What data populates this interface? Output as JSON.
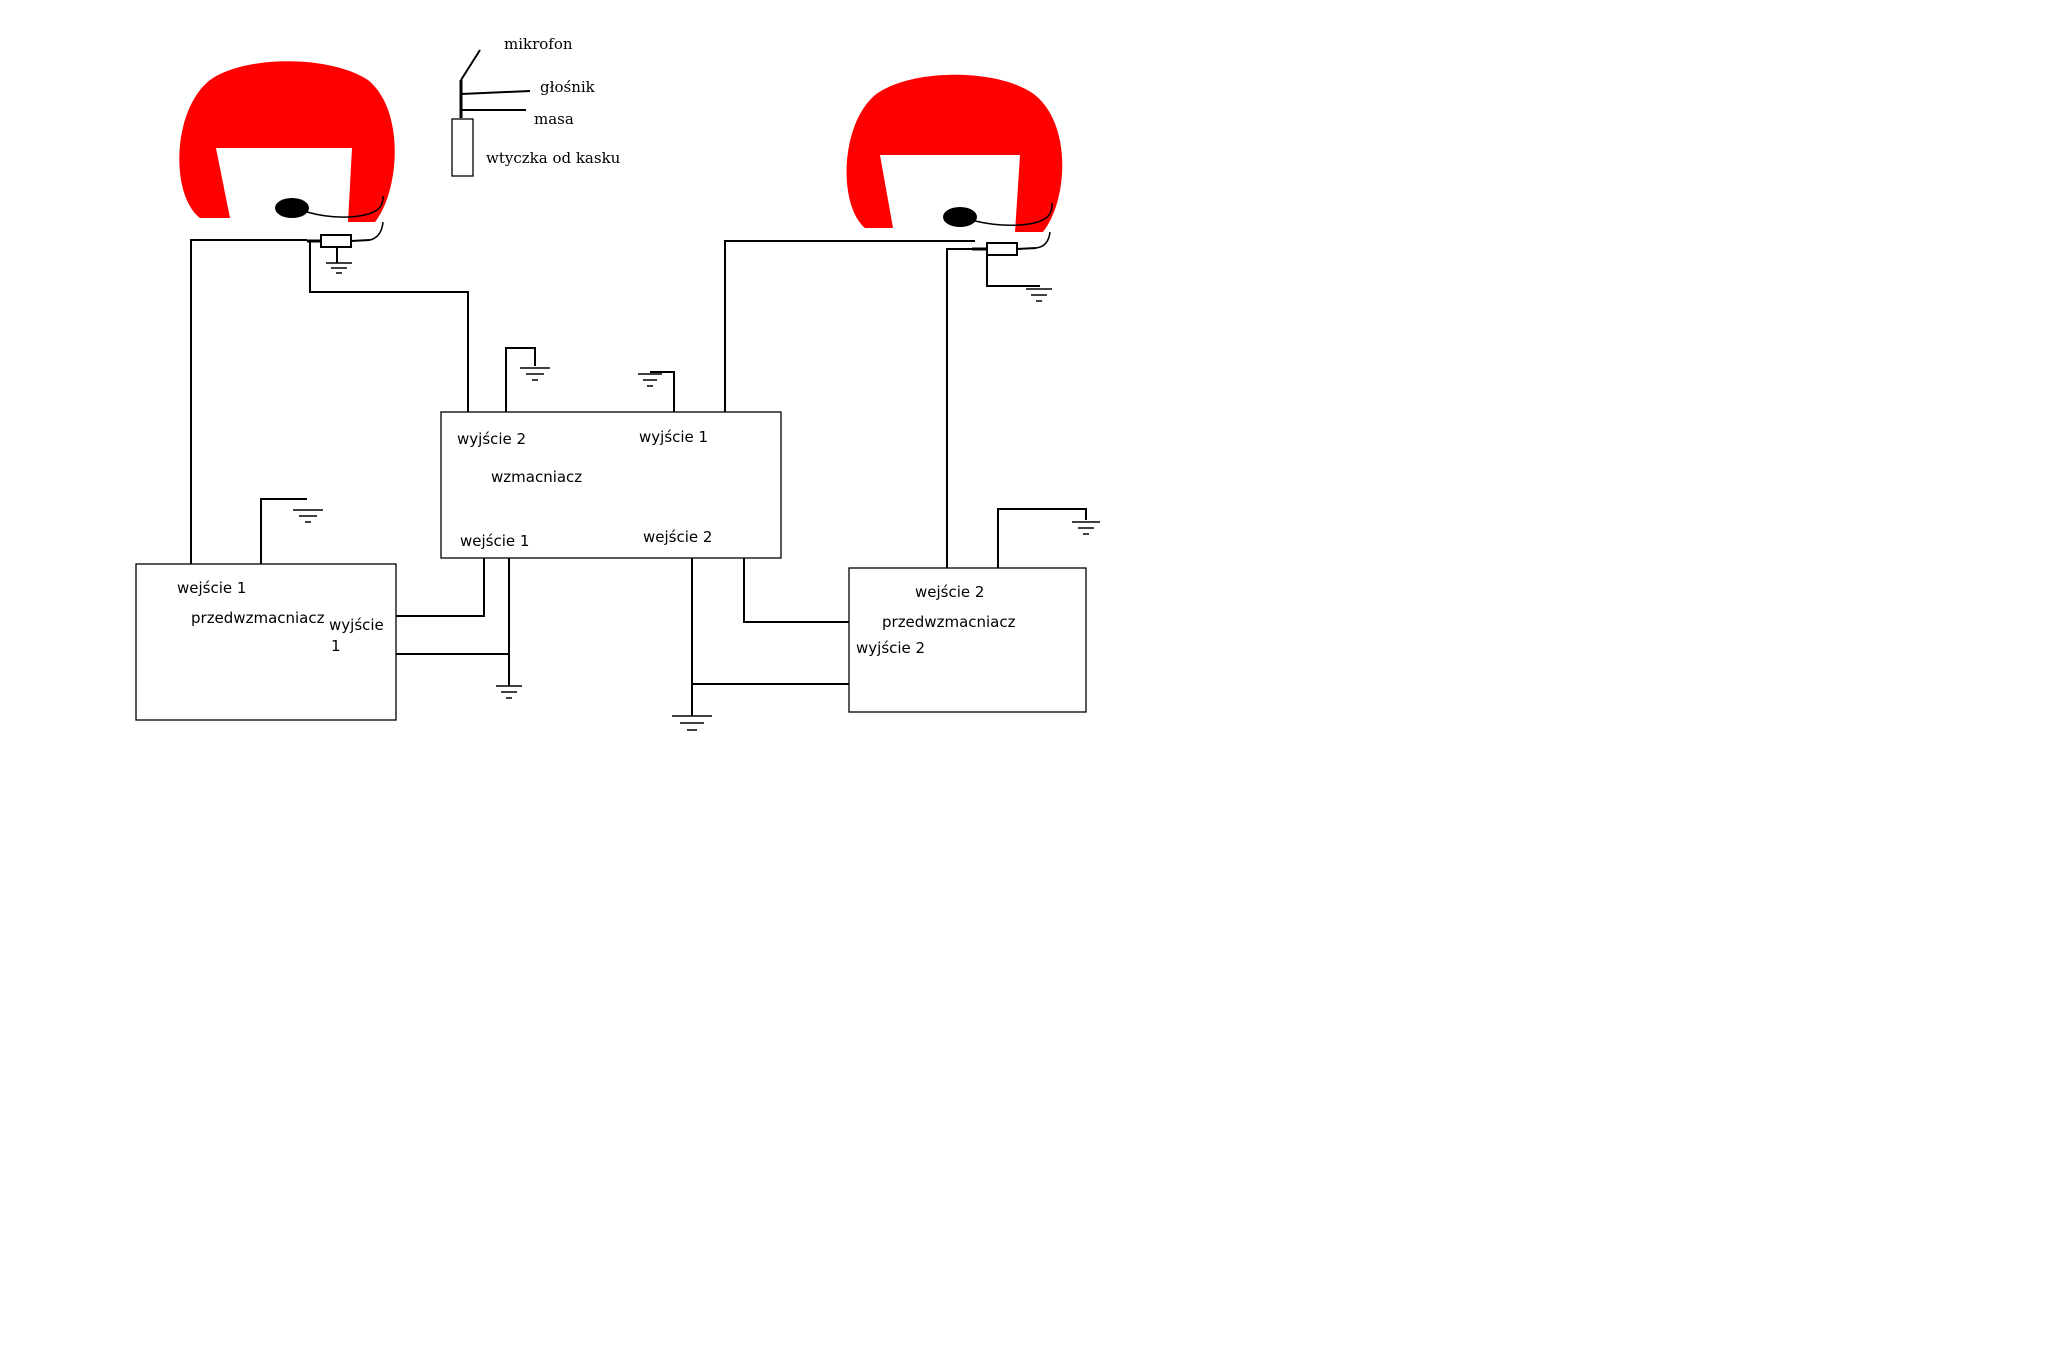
{
  "legend": {
    "mikrofon": "mikrofon",
    "glosnik": "głośnik",
    "masa": "masa",
    "wtyczka": "wtyczka od kasku"
  },
  "amplifier": {
    "name": "wzmacniacz",
    "out2": "wyjście 2",
    "out1": "wyjście 1",
    "in1": "wejście 1",
    "in2": "wejście 2"
  },
  "preamp_left": {
    "name": "przedwzmacniacz",
    "input": "wejście 1",
    "output_line1": "wyjście",
    "output_line2": "1"
  },
  "preamp_right": {
    "name": "przedwzmacniacz",
    "input": "wejście 2",
    "output": "wyjście 2"
  },
  "colors": {
    "helmet": "#ff0000",
    "lines": "#000000",
    "background": "#ffffff"
  },
  "icons": {
    "helmet": "helmet-icon",
    "microphone": "microphone-icon",
    "plug": "plug-icon",
    "ground": "ground-symbol-icon"
  }
}
